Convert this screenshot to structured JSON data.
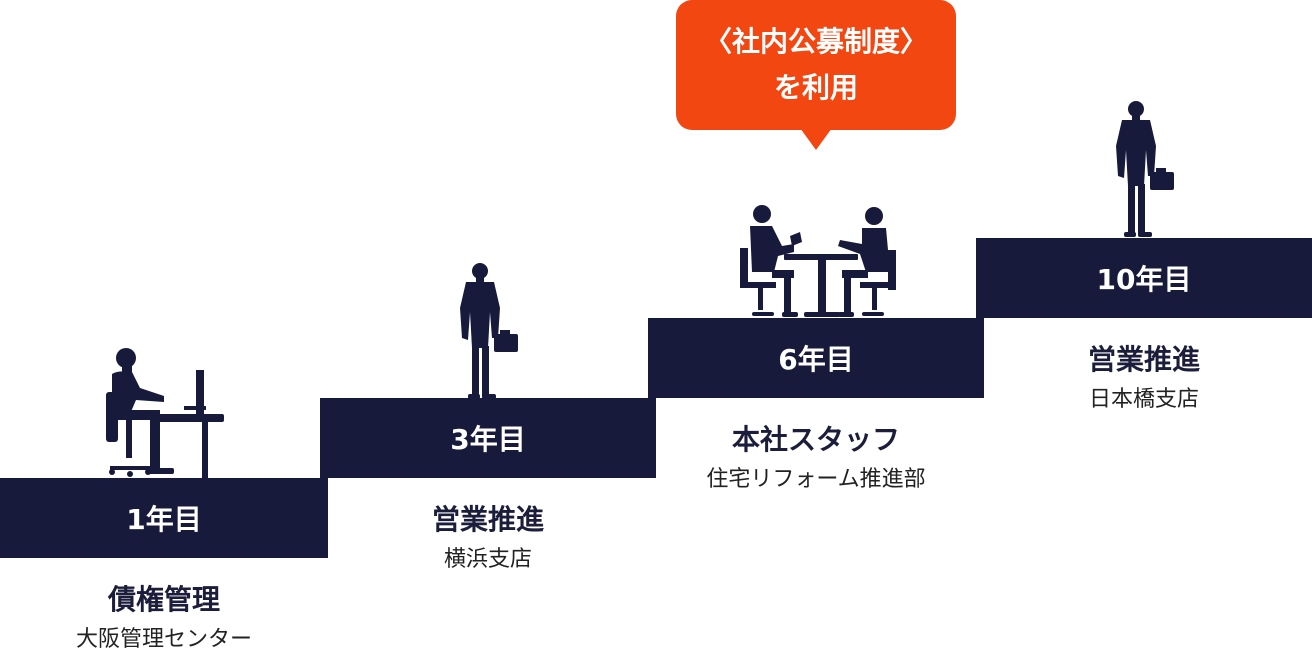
{
  "colors": {
    "step": "#171a3a",
    "bubble": "#f34712",
    "text": "#1b1d3a"
  },
  "callout": {
    "line1": "〈社内公募制度〉",
    "line2": "を利用"
  },
  "steps": [
    {
      "year": "1年目",
      "role": "債権管理",
      "dept": "大阪管理センター",
      "figure": "desk-worker-icon"
    },
    {
      "year": "3年目",
      "role": "営業推進",
      "dept": "横浜支店",
      "figure": "businessman-with-briefcase-icon"
    },
    {
      "year": "6年目",
      "role": "本社スタッフ",
      "dept": "住宅リフォーム推進部",
      "figure": "meeting-at-table-icon"
    },
    {
      "year": "10年目",
      "role": "営業推進",
      "dept": "日本橋支店",
      "figure": "businessman-with-briefcase-icon"
    }
  ]
}
